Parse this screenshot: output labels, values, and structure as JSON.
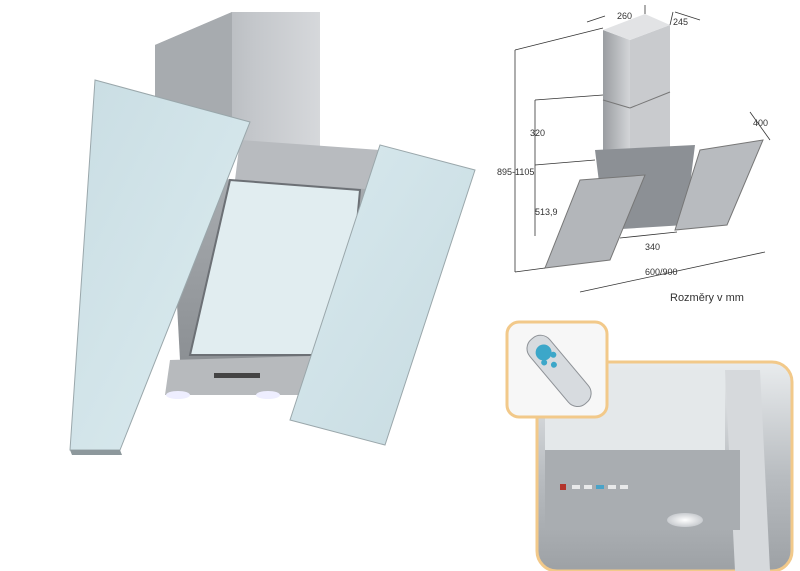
{
  "dimensions": {
    "chimney_width": "260",
    "chimney_depth": "245",
    "upper_height": "320",
    "total_height": "895-1105",
    "lower_height": "513,9",
    "panel_depth": "400",
    "inner_width": "340",
    "overall_width": "600/900"
  },
  "caption": "Rozměry v mm",
  "colors": {
    "steel": "#b9bcc0",
    "glass": "#d4e6ec",
    "frame_accent": "#f2c98a"
  }
}
